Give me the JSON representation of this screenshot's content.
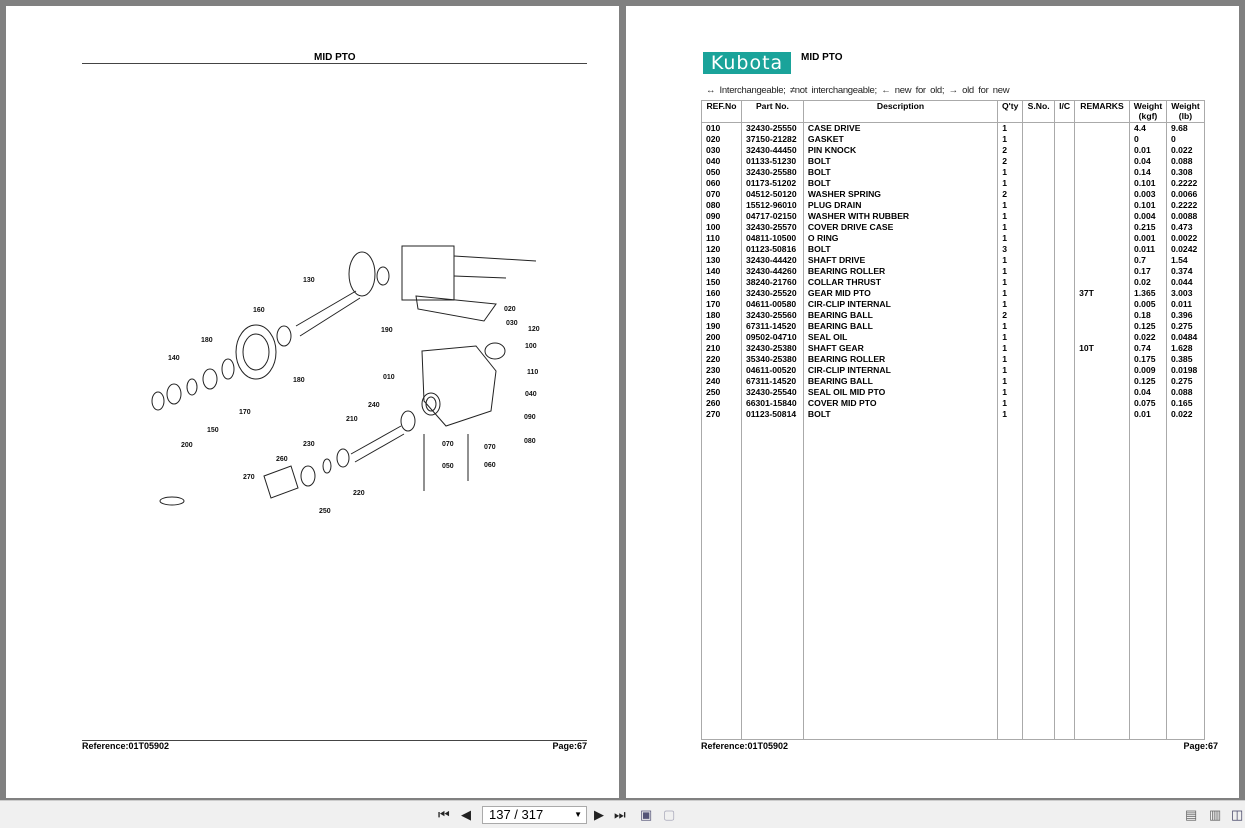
{
  "left_page": {
    "title": "MID PTO",
    "reference": "Reference:01T05902",
    "page": "Page:67",
    "diagram": {
      "labels": [
        "130",
        "160",
        "180",
        "140",
        "190",
        "180",
        "170",
        "150",
        "200",
        "020",
        "030",
        "120",
        "100",
        "110",
        "010",
        "040",
        "240",
        "090",
        "210",
        "070",
        "070",
        "080",
        "230",
        "260",
        "050",
        "060",
        "270",
        "220",
        "250"
      ]
    }
  },
  "right_page": {
    "logo_text": "Kubota",
    "title": "MID PTO",
    "legend": "↔ Interchangeable;  ≠not interchangeable;  ← new for old;  → old for new",
    "columns": [
      "REF.No",
      "Part No.",
      "Description",
      "Q'ty",
      "S.No.",
      "I/C",
      "REMARKS",
      "Weight (kgf)",
      "Weight (lb)"
    ],
    "rows": [
      [
        "010",
        "32430-25550",
        "CASE DRIVE",
        "1",
        "",
        "",
        "",
        "4.4",
        "9.68"
      ],
      [
        "020",
        "37150-21282",
        "GASKET",
        "1",
        "",
        "",
        "",
        "0",
        "0"
      ],
      [
        "030",
        "32430-44450",
        "PIN KNOCK",
        "2",
        "",
        "",
        "",
        "0.01",
        "0.022"
      ],
      [
        "040",
        "01133-51230",
        "BOLT",
        "2",
        "",
        "",
        "",
        "0.04",
        "0.088"
      ],
      [
        "050",
        "32430-25580",
        "BOLT",
        "1",
        "",
        "",
        "",
        "0.14",
        "0.308"
      ],
      [
        "060",
        "01173-51202",
        "BOLT",
        "1",
        "",
        "",
        "",
        "0.101",
        "0.2222"
      ],
      [
        "070",
        "04512-50120",
        "WASHER SPRING",
        "2",
        "",
        "",
        "",
        "0.003",
        "0.0066"
      ],
      [
        "080",
        "15512-96010",
        "PLUG DRAIN",
        "1",
        "",
        "",
        "",
        "0.101",
        "0.2222"
      ],
      [
        "090",
        "04717-02150",
        "WASHER WITH RUBBER",
        "1",
        "",
        "",
        "",
        "0.004",
        "0.0088"
      ],
      [
        "100",
        "32430-25570",
        "COVER DRIVE CASE",
        "1",
        "",
        "",
        "",
        "0.215",
        "0.473"
      ],
      [
        "110",
        "04811-10500",
        "O RING",
        "1",
        "",
        "",
        "",
        "0.001",
        "0.0022"
      ],
      [
        "120",
        "01123-50816",
        "BOLT",
        "3",
        "",
        "",
        "",
        "0.011",
        "0.0242"
      ],
      [
        "130",
        "32430-44420",
        "SHAFT DRIVE",
        "1",
        "",
        "",
        "",
        "0.7",
        "1.54"
      ],
      [
        "140",
        "32430-44260",
        "BEARING ROLLER",
        "1",
        "",
        "",
        "",
        "0.17",
        "0.374"
      ],
      [
        "150",
        "38240-21760",
        "COLLAR THRUST",
        "1",
        "",
        "",
        "",
        "0.02",
        "0.044"
      ],
      [
        "160",
        "32430-25520",
        "GEAR MID PTO",
        "1",
        "",
        "",
        "37T",
        "1.365",
        "3.003"
      ],
      [
        "170",
        "04611-00580",
        "CIR-CLIP INTERNAL",
        "1",
        "",
        "",
        "",
        "0.005",
        "0.011"
      ],
      [
        "180",
        "32430-25560",
        "BEARING BALL",
        "2",
        "",
        "",
        "",
        "0.18",
        "0.396"
      ],
      [
        "190",
        "67311-14520",
        "BEARING BALL",
        "1",
        "",
        "",
        "",
        "0.125",
        "0.275"
      ],
      [
        "200",
        "09502-04710",
        "SEAL OIL",
        "1",
        "",
        "",
        "",
        "0.022",
        "0.0484"
      ],
      [
        "210",
        "32430-25380",
        "SHAFT GEAR",
        "1",
        "",
        "",
        "10T",
        "0.74",
        "1.628"
      ],
      [
        "220",
        "35340-25380",
        "BEARING ROLLER",
        "1",
        "",
        "",
        "",
        "0.175",
        "0.385"
      ],
      [
        "230",
        "04611-00520",
        "CIR-CLIP INTERNAL",
        "1",
        "",
        "",
        "",
        "0.009",
        "0.0198"
      ],
      [
        "240",
        "67311-14520",
        "BEARING BALL",
        "1",
        "",
        "",
        "",
        "0.125",
        "0.275"
      ],
      [
        "250",
        "32430-25540",
        "SEAL OIL MID PTO",
        "1",
        "",
        "",
        "",
        "0.04",
        "0.088"
      ],
      [
        "260",
        "66301-15840",
        "COVER MID PTO",
        "1",
        "",
        "",
        "",
        "0.075",
        "0.165"
      ],
      [
        "270",
        "01123-50814",
        "BOLT",
        "1",
        "",
        "",
        "",
        "0.01",
        "0.022"
      ]
    ],
    "reference": "Reference:01T05902",
    "page": "Page:67"
  },
  "toolbar": {
    "page_indicator": "137 / 317",
    "icons": [
      "first-page-icon",
      "prev-page-icon",
      "next-page-icon",
      "last-page-icon",
      "fit-page-icon",
      "fit-width-icon",
      "single-page-view-icon",
      "continuous-view-icon",
      "two-page-view-icon"
    ]
  }
}
